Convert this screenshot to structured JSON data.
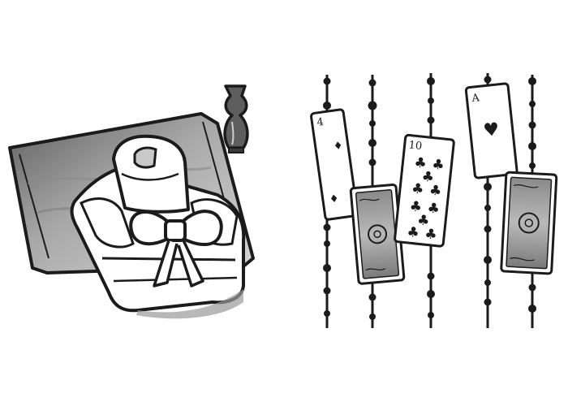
{
  "illustration": {
    "left_panel": {
      "subject": "folded-robe-with-bow",
      "items": [
        "towel-icon",
        "robe-icon",
        "bow-icon",
        "vase-icon"
      ]
    },
    "right_panel": {
      "subject": "hanging-playing-cards",
      "card_ranks": {
        "diamond_card": "4",
        "club_card": "10",
        "heart_card": "A"
      },
      "suit_glyphs": {
        "diamond": "♦",
        "club": "♣",
        "heart": "♥"
      }
    },
    "palette": {
      "ink": "#1b1b1b",
      "wash_dark": "#6b6b6b",
      "wash_mid": "#9a9a9a",
      "wash_light": "#c9c9c9",
      "paper": "#ffffff"
    }
  }
}
